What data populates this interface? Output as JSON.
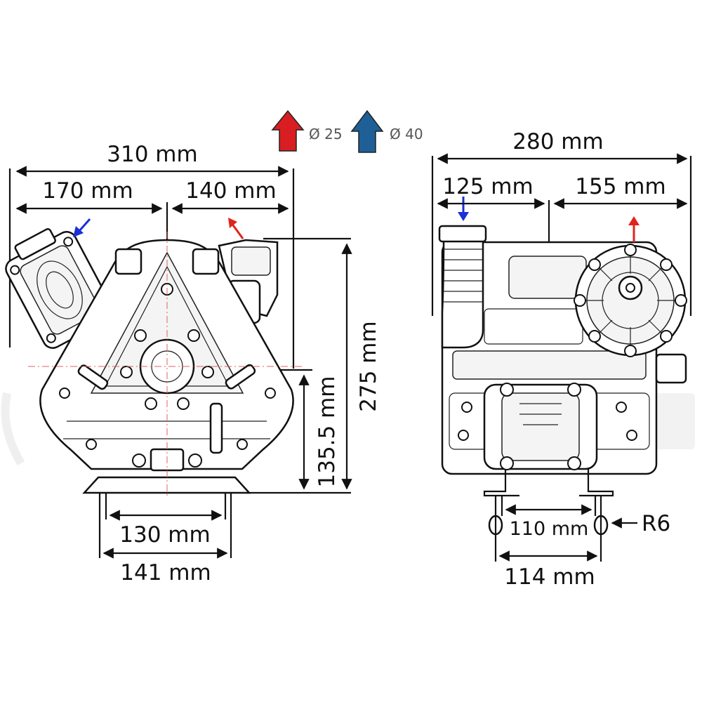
{
  "legend": {
    "small_port": {
      "label": "Ø 25",
      "color": "#d81e22"
    },
    "large_port": {
      "label": "Ø 40",
      "color": "#1f5f97"
    }
  },
  "colors": {
    "inlet_arrow": "#1a2fd6",
    "outlet_arrow": "#e0241c",
    "center_lines": "#e06060"
  },
  "front_view": {
    "dim_total_width": "310 mm",
    "dim_left_width": "170 mm",
    "dim_right_width": "140 mm",
    "dim_total_height": "275 mm",
    "dim_shaft_height": "135.5 mm",
    "dim_base_inner": "130 mm",
    "dim_base_outer": "141 mm"
  },
  "side_view": {
    "dim_total_width": "280 mm",
    "dim_left_width": "125 mm",
    "dim_right_width": "155 mm",
    "dim_slot_inner": "110 mm",
    "dim_slot_outer": "114 mm",
    "slot_radius": "R6"
  }
}
